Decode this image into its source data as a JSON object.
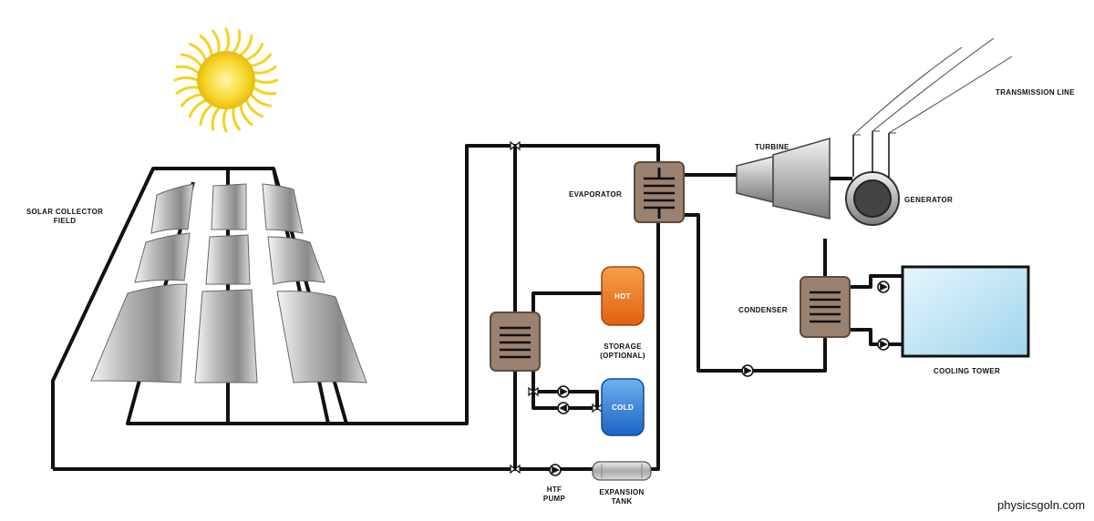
{
  "labels": {
    "solar_field_1": "SOLAR COLLECTOR",
    "solar_field_2": "FIELD",
    "evaporator": "EVAPORATOR",
    "turbine": "TURBINE",
    "generator": "GENERATOR",
    "transmission_line": "TRANSMISSION LINE",
    "condenser": "CONDENSER",
    "cooling_tower": "COOLING TOWER",
    "hot": "HOT",
    "cold": "COLD",
    "storage_1": "STORAGE",
    "storage_2": "(OPTIONAL)",
    "htf_pump_1": "HTF",
    "htf_pump_2": "PUMP",
    "expansion_tank_1": "EXPANSION",
    "expansion_tank_2": "TANK"
  },
  "credit": "physicsgoln.com",
  "colors": {
    "sun": "#f7d21e",
    "hx_body": "#9a8170",
    "hot_tank": "#f07a1c",
    "cold_tank": "#2f7fd6",
    "cooling_tower": "#bfe3f3",
    "pipe": "#111111"
  }
}
